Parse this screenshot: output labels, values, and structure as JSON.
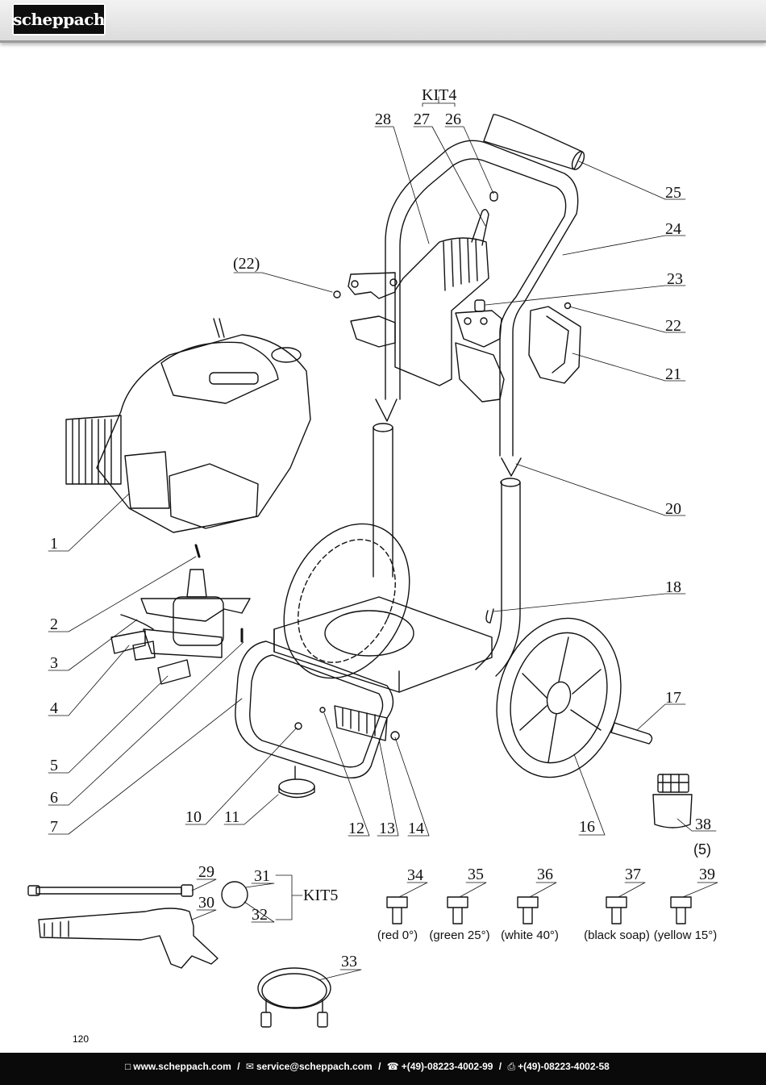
{
  "header": {
    "brand": "scheppach"
  },
  "diagram": {
    "labels": [
      {
        "id": "kit4",
        "text": "KIT4"
      },
      {
        "id": "p28",
        "text": "28"
      },
      {
        "id": "p27",
        "text": "27"
      },
      {
        "id": "p26",
        "text": "26"
      },
      {
        "id": "p25",
        "text": "25"
      },
      {
        "id": "p24",
        "text": "24"
      },
      {
        "id": "p23",
        "text": "23"
      },
      {
        "id": "p22",
        "text": "22"
      },
      {
        "id": "p22b",
        "text": "(22)"
      },
      {
        "id": "p21",
        "text": "21"
      },
      {
        "id": "p20",
        "text": "20"
      },
      {
        "id": "p18",
        "text": "18"
      },
      {
        "id": "p17",
        "text": "17"
      },
      {
        "id": "p16",
        "text": "16"
      },
      {
        "id": "p38",
        "text": "38"
      },
      {
        "id": "p38q",
        "text": "(5)"
      },
      {
        "id": "p1",
        "text": "1"
      },
      {
        "id": "p2",
        "text": "2"
      },
      {
        "id": "p3",
        "text": "3"
      },
      {
        "id": "p4",
        "text": "4"
      },
      {
        "id": "p5",
        "text": "5"
      },
      {
        "id": "p6",
        "text": "6"
      },
      {
        "id": "p7",
        "text": "7"
      },
      {
        "id": "p10",
        "text": "10"
      },
      {
        "id": "p11",
        "text": "11"
      },
      {
        "id": "p12",
        "text": "12"
      },
      {
        "id": "p13",
        "text": "13"
      },
      {
        "id": "p14",
        "text": "14"
      },
      {
        "id": "p29",
        "text": "29"
      },
      {
        "id": "p30",
        "text": "30"
      },
      {
        "id": "p31",
        "text": "31"
      },
      {
        "id": "p32",
        "text": "32"
      },
      {
        "id": "kit5",
        "text": "KIT5"
      },
      {
        "id": "p33",
        "text": "33"
      },
      {
        "id": "p34",
        "text": "34"
      },
      {
        "id": "p35",
        "text": "35"
      },
      {
        "id": "p36",
        "text": "36"
      },
      {
        "id": "p37",
        "text": "37"
      },
      {
        "id": "p39",
        "text": "39"
      }
    ],
    "nozzles": [
      {
        "id": "n34",
        "caption": "(red 0°)"
      },
      {
        "id": "n35",
        "caption": "(green 25°)"
      },
      {
        "id": "n36",
        "caption": "(white 40°)"
      },
      {
        "id": "n37",
        "caption": "(black soap)"
      },
      {
        "id": "n39",
        "caption": "(yellow 15°)"
      }
    ]
  },
  "page_number": "120",
  "footer": {
    "website": "www.scheppach.com",
    "email": "service@scheppach.com",
    "phone": "+(49)-08223-4002-99",
    "fax": "+(49)-08223-4002-58",
    "separator": "/"
  }
}
